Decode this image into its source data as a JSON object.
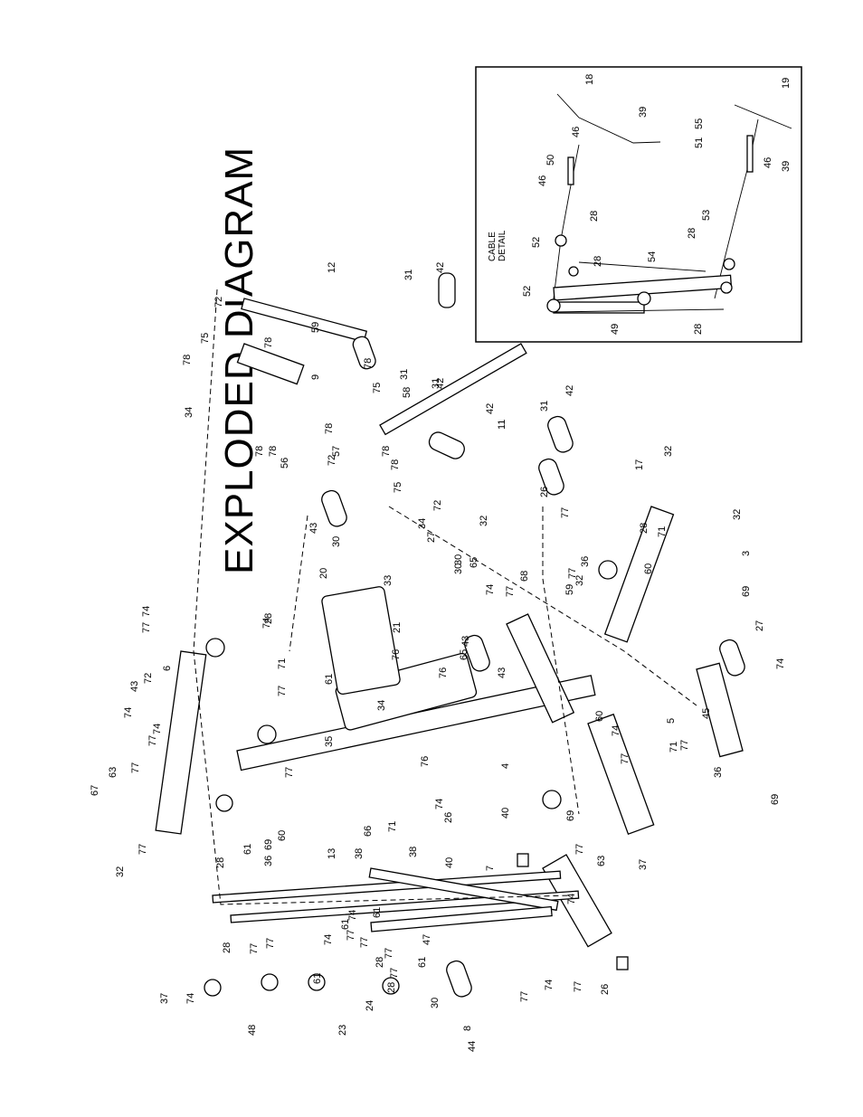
{
  "title": "EXPLODED DIAGRAM",
  "inset": {
    "title_line1": "CABLE",
    "title_line2": "DETAIL",
    "callouts": [
      "18",
      "39",
      "19",
      "55",
      "46",
      "50",
      "51",
      "39",
      "46",
      "46",
      "28",
      "53",
      "52",
      "28",
      "54",
      "28",
      "52",
      "49",
      "28"
    ]
  },
  "callouts": [
    "12",
    "42",
    "31",
    "59",
    "72",
    "78",
    "42",
    "31",
    "78",
    "75",
    "78",
    "75",
    "9",
    "78",
    "34",
    "78",
    "58",
    "31",
    "42",
    "11",
    "42",
    "31",
    "57",
    "56",
    "78",
    "72",
    "78",
    "75",
    "78",
    "72",
    "43",
    "30",
    "17",
    "32",
    "74",
    "77",
    "28",
    "6",
    "20",
    "33",
    "27",
    "30",
    "34",
    "43",
    "30",
    "65",
    "34",
    "77",
    "74",
    "32",
    "59",
    "36",
    "28",
    "71",
    "60",
    "77",
    "32",
    "3",
    "69",
    "27",
    "43",
    "72",
    "74",
    "77",
    "74",
    "77",
    "71",
    "61",
    "35",
    "21",
    "76",
    "76",
    "65",
    "43",
    "68",
    "26",
    "77",
    "74",
    "32",
    "36",
    "45",
    "69",
    "67",
    "63",
    "77",
    "32",
    "77",
    "74",
    "28",
    "61",
    "69",
    "60",
    "77",
    "71",
    "66",
    "76",
    "4",
    "26",
    "74",
    "77",
    "69",
    "71",
    "77",
    "60",
    "74",
    "77",
    "5",
    "36",
    "13",
    "38",
    "38",
    "40",
    "7",
    "40",
    "37",
    "63",
    "77",
    "74",
    "77",
    "74",
    "26",
    "37",
    "74",
    "77",
    "28",
    "77",
    "61",
    "74",
    "77",
    "61",
    "28",
    "77",
    "61",
    "30",
    "47",
    "8",
    "44",
    "48",
    "23",
    "24",
    "28",
    "77",
    "61",
    "74",
    "77",
    "61"
  ]
}
